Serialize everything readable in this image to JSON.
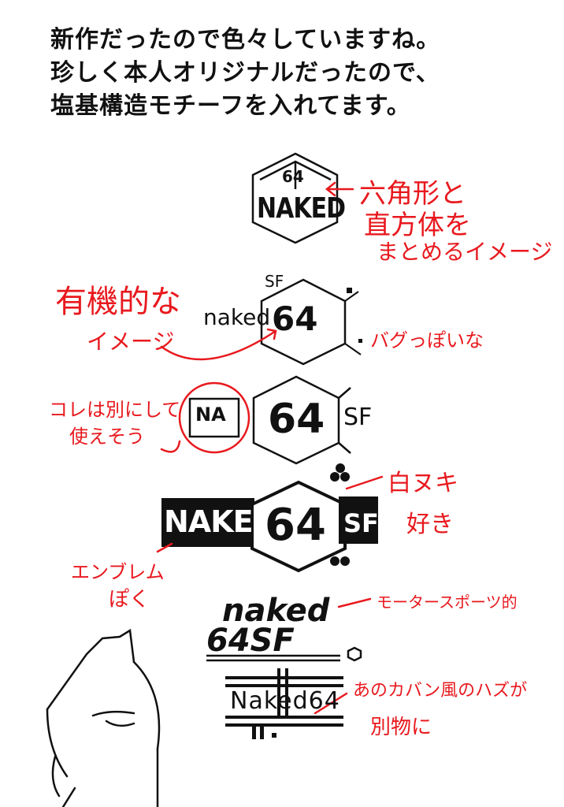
{
  "header": {
    "lines": [
      "新作だったので色々していますね。",
      "珍しく本人オリジナルだったので、",
      "塩基構造モチーフを入れてます。"
    ]
  },
  "annotations": {
    "hexagon_cube_1": "六角形と",
    "hexagon_cube_2": "直方体を",
    "hexagon_cube_3": "まとめるイメージ",
    "organic_1": "有機的な",
    "organic_2": "イメージ",
    "buggy": "バグっぽいな",
    "usable_1": "コレは別にして",
    "usable_2": "使えそう",
    "white_1": "白ヌキ",
    "white_2": "好き",
    "emblem_1": "エンブレム",
    "emblem_2": "ぽく",
    "motorsport": "モータースポーツ的",
    "bag_1": "あのカバン風のハズが",
    "bag_2": "別物に"
  },
  "logos": {
    "logo1": "NAKED",
    "logo1_top": "64",
    "logo2_word": "naked",
    "logo2_num": "64",
    "logo2_sf": "SF",
    "logo3_small": "NA",
    "logo3_num": "64",
    "logo3_sf": "SF",
    "logo4_word": "NAKED",
    "logo4_num": "64",
    "logo4_sf": "SF",
    "logo5_line1": "naked",
    "logo5_line2": "64SF",
    "logo6": "Naked64"
  },
  "colors": {
    "ink": "#111111",
    "annotation_red": "#e8191e"
  }
}
